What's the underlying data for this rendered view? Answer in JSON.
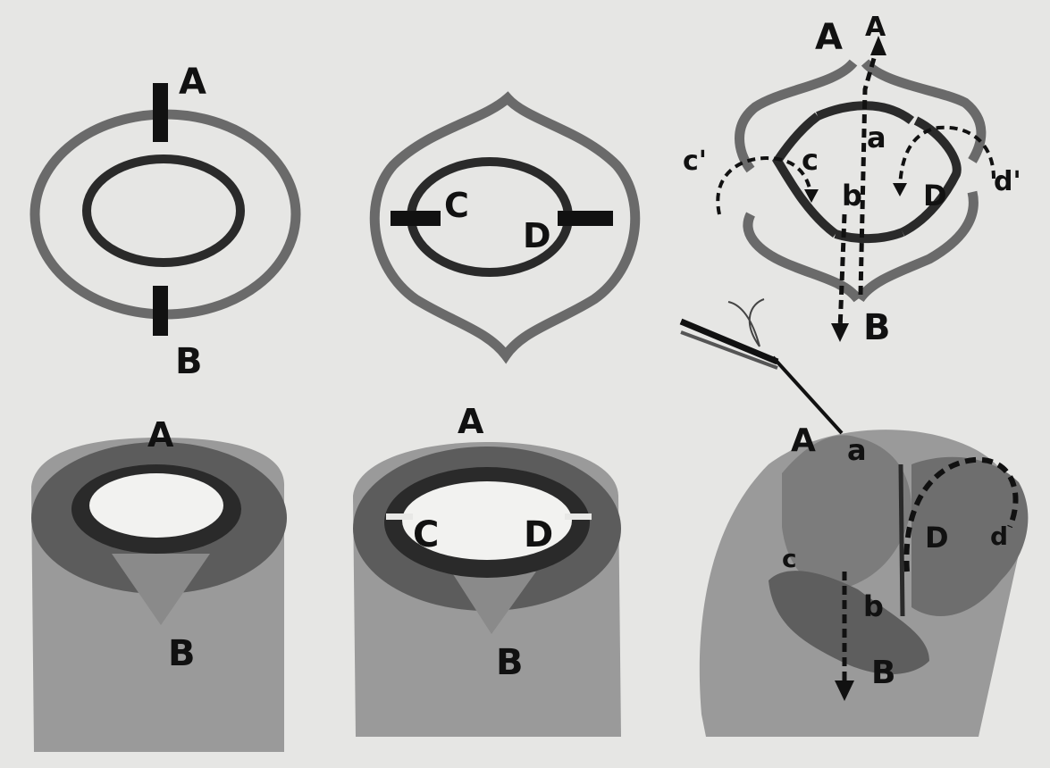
{
  "colors": {
    "paper": "#e6e6e4",
    "outer_ring": "#6a6a6a",
    "inner_ring": "#2a2a2a",
    "tissue_cut": "#5c5c5c",
    "stump_body": "#9a9a9a",
    "label": "#111111"
  },
  "panels": {
    "top_left": {
      "label_top": "A",
      "label_bottom": "B"
    },
    "top_middle": {
      "label_left": "C",
      "label_right": "D"
    },
    "top_right": {
      "label_top": "A",
      "label_top_arrow": "A",
      "label_bottom": "B",
      "inner_a": "a",
      "inner_b": "b",
      "inner_c": "c",
      "inner_d": "D",
      "outer_c": "c'",
      "outer_d": "d'"
    },
    "bottom_left": {
      "label_top": "A",
      "label_bottom": "B"
    },
    "bottom_middle": {
      "label_top": "A",
      "label_bottom": "B",
      "label_left": "C",
      "label_right": "D"
    },
    "bottom_right": {
      "label_a_upper": "A",
      "label_a_lower": "a",
      "label_c": "c",
      "label_d_upper": "D",
      "label_d_outer": "d",
      "label_b_lower": "b",
      "label_b_upper": "B"
    }
  }
}
